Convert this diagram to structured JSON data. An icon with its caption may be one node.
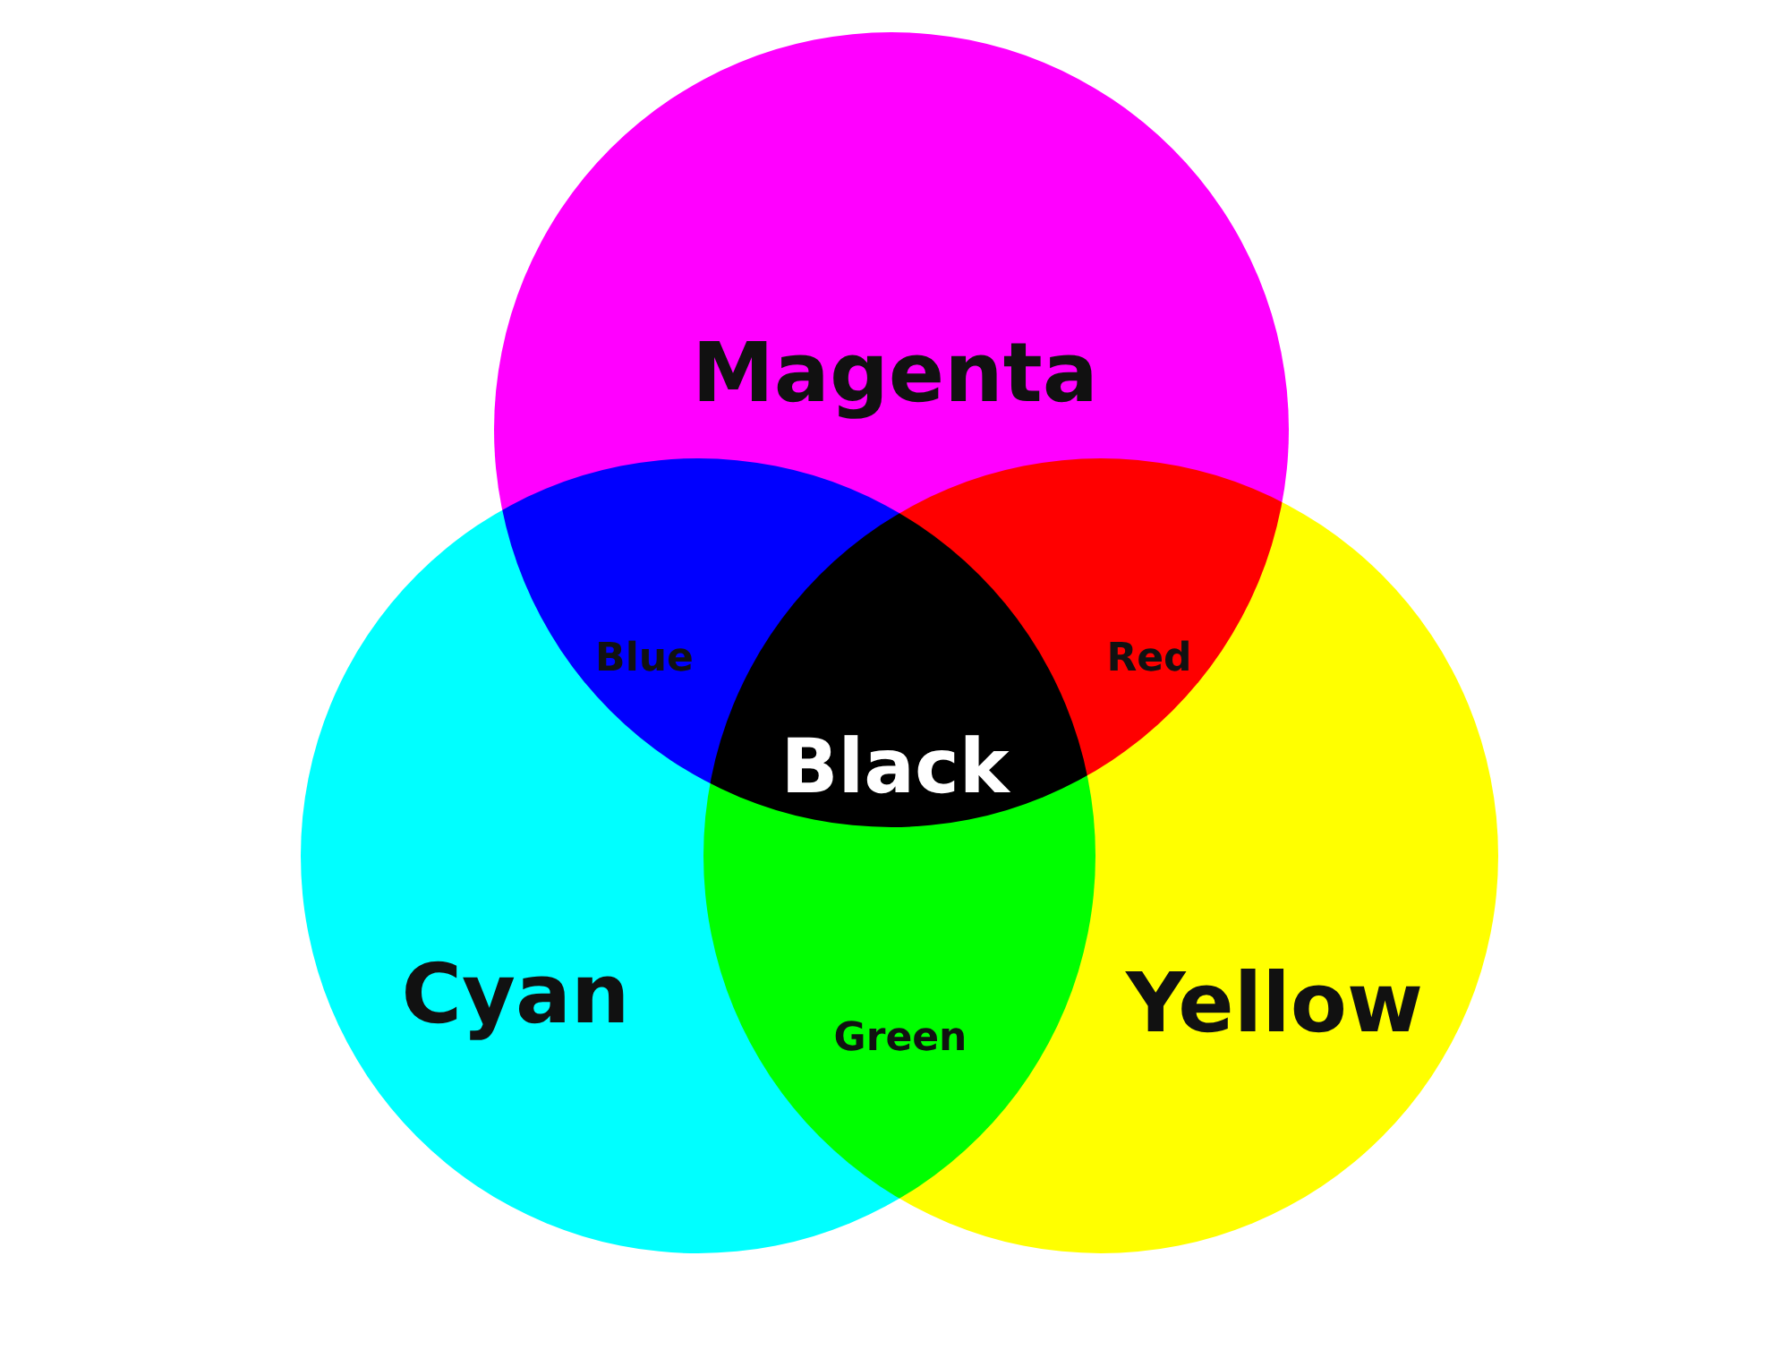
{
  "diagram": {
    "nodes": [
      {
        "text": [
          "Magenta"
        ]
      },
      {
        "text": [
          "Cyan"
        ]
      },
      {
        "text": [
          "Yellow"
        ]
      },
      {
        "text": [
          "Blue"
        ]
      },
      {
        "text": [
          "Red"
        ]
      },
      {
        "text": [
          "Black"
        ]
      },
      {
        "text": [
          "Green"
        ]
      }
    ],
    "edges": []
  }
}
